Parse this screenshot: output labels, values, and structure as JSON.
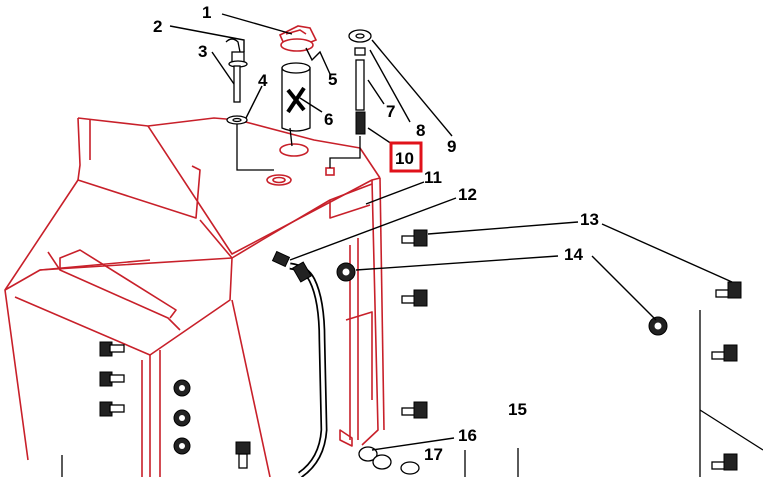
{
  "diagram": {
    "callouts": [
      {
        "id": "c1",
        "text": "1"
      },
      {
        "id": "c2",
        "text": "2"
      },
      {
        "id": "c3",
        "text": "3"
      },
      {
        "id": "c4",
        "text": "4"
      },
      {
        "id": "c5",
        "text": "5"
      },
      {
        "id": "c6",
        "text": "6"
      },
      {
        "id": "c7",
        "text": "7"
      },
      {
        "id": "c8",
        "text": "8"
      },
      {
        "id": "c9",
        "text": "9"
      },
      {
        "id": "c10",
        "text": "10"
      },
      {
        "id": "c11",
        "text": "11"
      },
      {
        "id": "c12",
        "text": "12"
      },
      {
        "id": "c13",
        "text": "13"
      },
      {
        "id": "c14",
        "text": "14"
      },
      {
        "id": "c15",
        "text": "15"
      },
      {
        "id": "c16",
        "text": "16"
      },
      {
        "id": "c17",
        "text": "17"
      }
    ],
    "highlighted_callout": "10",
    "colors": {
      "tank_outline": "#c8202a",
      "highlight_box": "#e0121a",
      "line_art": "#000000"
    }
  }
}
